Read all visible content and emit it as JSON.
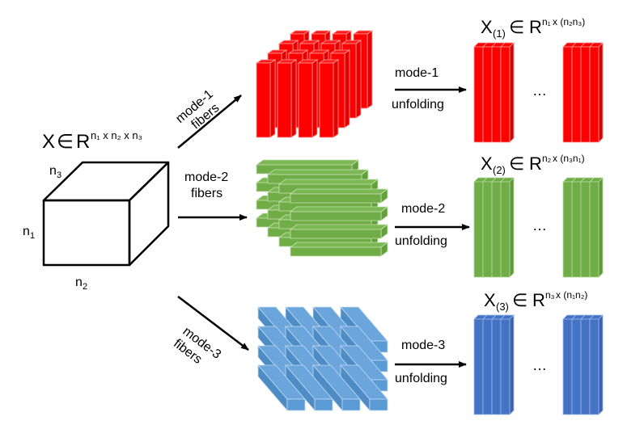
{
  "tensor": {
    "label_main": "X",
    "label_in": "∈",
    "label_R": "R",
    "exponent": "n₁ x n₂ x n₃",
    "dim_n1": "n",
    "dim_n1_sub": "1",
    "dim_n2": "n",
    "dim_n2_sub": "2",
    "dim_n3": "n",
    "dim_n3_sub": "3"
  },
  "fiber_arrows": [
    {
      "line1": "mode-1",
      "line2": "fibers"
    },
    {
      "line1": "mode-2",
      "line2": "fibers"
    },
    {
      "line1": "mode-3",
      "line2": "fibers"
    }
  ],
  "unfold_arrows": [
    {
      "line1": "mode-1",
      "line2": "unfolding"
    },
    {
      "line1": "mode-2",
      "line2": "unfolding"
    },
    {
      "line1": "mode-3",
      "line2": "unfolding"
    }
  ],
  "matrices": [
    {
      "X": "X",
      "sub": "(1)",
      "in": "∈",
      "R": "R",
      "exp_a": "n₁",
      "exp_b": " x (n₂n₃)",
      "ellipsis": "…",
      "color": "#ff0000",
      "color_dark": "#d80000",
      "edge": "#ff9a9a"
    },
    {
      "X": "X",
      "sub": "(2)",
      "in": "∈",
      "R": "R",
      "exp_a": "n₂",
      "exp_b": " x (n₃n₁)",
      "ellipsis": "…",
      "color": "#70ad47",
      "color_dark": "#5e9a39",
      "edge": "#b5d8a0"
    },
    {
      "X": "X",
      "sub": "(3)",
      "in": "∈",
      "R": "R",
      "exp_a": "n₃",
      "exp_b": " x (n₁n₂)",
      "ellipsis": "…",
      "color": "#4472c4",
      "color_dark": "#3a63ad",
      "edge": "#9ab7e6"
    }
  ],
  "fiber_colors": {
    "mode1": {
      "front": "#ff0000",
      "side": "#e60000",
      "top": "#ff1a1a",
      "edge": "#ff9a9a"
    },
    "mode2": {
      "front": "#70ad47",
      "side": "#63a03b",
      "top": "#7bb853",
      "edge": "#c5e0b4"
    },
    "mode3": {
      "front": "#5b9bd5",
      "side": "#4e8cc6",
      "top": "#6aa6dc",
      "edge": "#c3daf0"
    }
  }
}
